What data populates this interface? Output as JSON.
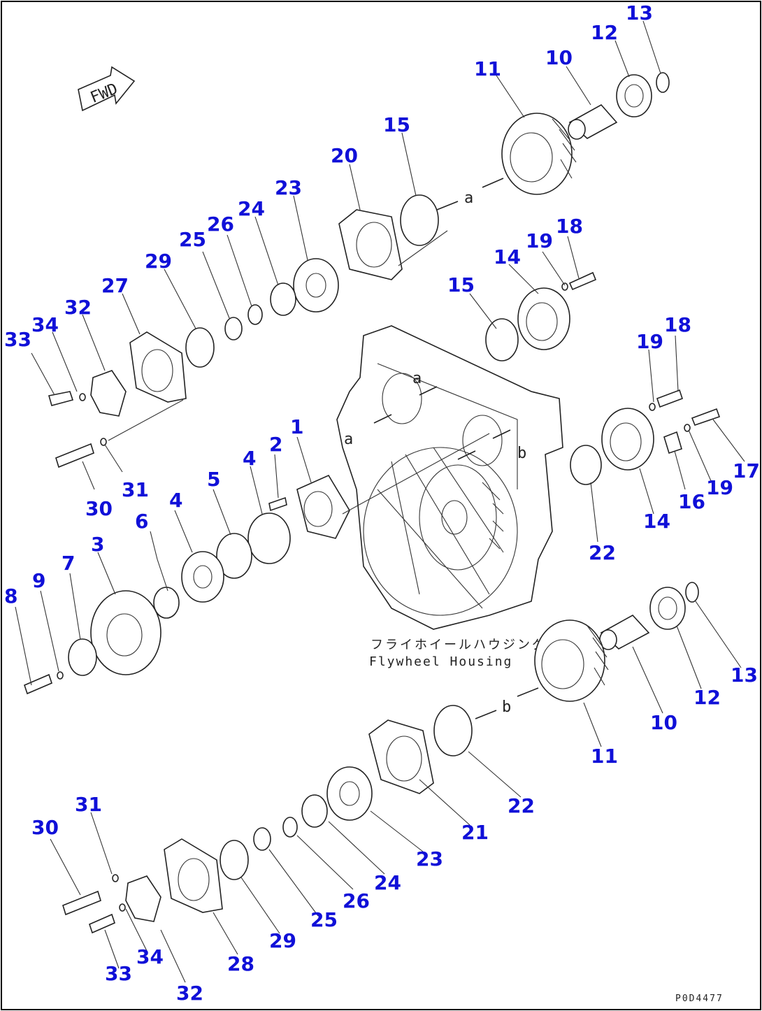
{
  "drawing_ref": "P0D4477",
  "housing_label_jp": "フライホイールハウジング",
  "housing_label_en": "Flywheel Housing",
  "fwd_label": "FWD",
  "view_marks": [
    "a",
    "b"
  ],
  "callouts": [
    {
      "id": "c13a",
      "text": "13"
    },
    {
      "id": "c12a",
      "text": "12"
    },
    {
      "id": "c10a",
      "text": "10"
    },
    {
      "id": "c11a",
      "text": "11"
    },
    {
      "id": "c15a",
      "text": "15"
    },
    {
      "id": "c20",
      "text": "20"
    },
    {
      "id": "c23a",
      "text": "23"
    },
    {
      "id": "c24a",
      "text": "24"
    },
    {
      "id": "c26a",
      "text": "26"
    },
    {
      "id": "c25a",
      "text": "25"
    },
    {
      "id": "c29a",
      "text": "29"
    },
    {
      "id": "c27",
      "text": "27"
    },
    {
      "id": "c32a",
      "text": "32"
    },
    {
      "id": "c34a",
      "text": "34"
    },
    {
      "id": "c33a",
      "text": "33"
    },
    {
      "id": "c18a",
      "text": "18"
    },
    {
      "id": "c19a",
      "text": "19"
    },
    {
      "id": "c14a",
      "text": "14"
    },
    {
      "id": "c15b",
      "text": "15"
    },
    {
      "id": "c18b",
      "text": "18"
    },
    {
      "id": "c19b",
      "text": "19"
    },
    {
      "id": "c17",
      "text": "17"
    },
    {
      "id": "c19c",
      "text": "19"
    },
    {
      "id": "c16",
      "text": "16"
    },
    {
      "id": "c14b",
      "text": "14"
    },
    {
      "id": "c22a",
      "text": "22"
    },
    {
      "id": "c1",
      "text": "1"
    },
    {
      "id": "c2",
      "text": "2"
    },
    {
      "id": "c4a",
      "text": "4"
    },
    {
      "id": "c5",
      "text": "5"
    },
    {
      "id": "c4b",
      "text": "4"
    },
    {
      "id": "c6",
      "text": "6"
    },
    {
      "id": "c3",
      "text": "3"
    },
    {
      "id": "c7",
      "text": "7"
    },
    {
      "id": "c9",
      "text": "9"
    },
    {
      "id": "c8",
      "text": "8"
    },
    {
      "id": "c31a",
      "text": "31"
    },
    {
      "id": "c30a",
      "text": "30"
    },
    {
      "id": "c13b",
      "text": "13"
    },
    {
      "id": "c12b",
      "text": "12"
    },
    {
      "id": "c10b",
      "text": "10"
    },
    {
      "id": "c11b",
      "text": "11"
    },
    {
      "id": "c22b",
      "text": "22"
    },
    {
      "id": "c21",
      "text": "21"
    },
    {
      "id": "c23b",
      "text": "23"
    },
    {
      "id": "c24b",
      "text": "24"
    },
    {
      "id": "c26b",
      "text": "26"
    },
    {
      "id": "c25b",
      "text": "25"
    },
    {
      "id": "c29b",
      "text": "29"
    },
    {
      "id": "c28",
      "text": "28"
    },
    {
      "id": "c34b",
      "text": "34"
    },
    {
      "id": "c33b",
      "text": "33"
    },
    {
      "id": "c32b",
      "text": "32"
    },
    {
      "id": "c31b",
      "text": "31"
    },
    {
      "id": "c30b",
      "text": "30"
    }
  ]
}
